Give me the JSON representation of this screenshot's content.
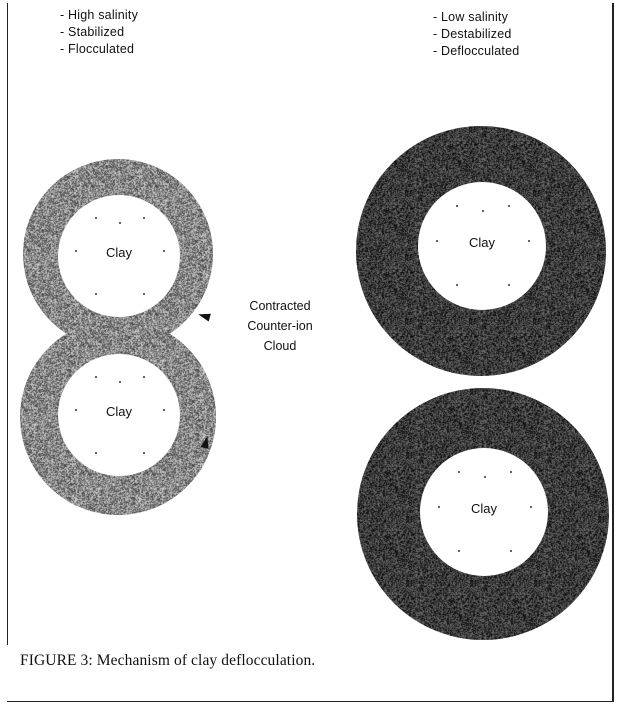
{
  "labels_left": [
    "- High salinity",
    "- Stabilized",
    "- Flocculated"
  ],
  "labels_right": [
    "- Low salinity",
    "- Destabilized",
    "- Deflocculated"
  ],
  "clay_label": "Clay",
  "annotation": [
    "Contracted",
    "Counter-ion",
    "Cloud"
  ],
  "caption": "FIGURE 3: Mechanism of clay deflocculation.",
  "colors": {
    "ring_light": "#8a8a8a",
    "ring_dark": "#3a3a3a",
    "core": "#ffffff",
    "ink": "#111111"
  }
}
